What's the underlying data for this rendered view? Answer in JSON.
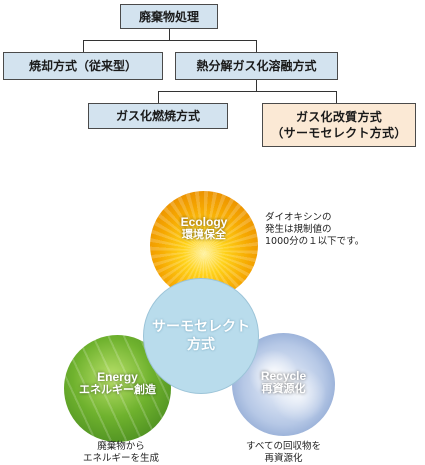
{
  "tree": {
    "root": "廃棄物処理",
    "incineration": "焼却方式（従来型）",
    "pyrolysis": "熱分解ガス化溶融方式",
    "gasify_combustion": "ガス化燃焼方式",
    "gasify_reform": "ガス化改質方式\n（サーモセレクト方式）"
  },
  "circles": {
    "center": "サーモセレクト\n方式",
    "ecology": {
      "en": "Ecology",
      "jp": "環境保全"
    },
    "energy": {
      "en": "Energy",
      "jp": "エネルギー創造"
    },
    "recycle": {
      "en": "Recycle",
      "jp": "再資源化"
    }
  },
  "captions": {
    "ecology": "ダイオキシンの\n発生は規制値の\n1000分の１以下です。",
    "energy": "廃棄物から\nエネルギーを生成",
    "recycle": "すべての回収物を\n再資源化"
  },
  "colors": {
    "box_blue": "#d3e3ef",
    "box_peach": "#fbe9d5",
    "center_circle": "#b9dcec"
  }
}
